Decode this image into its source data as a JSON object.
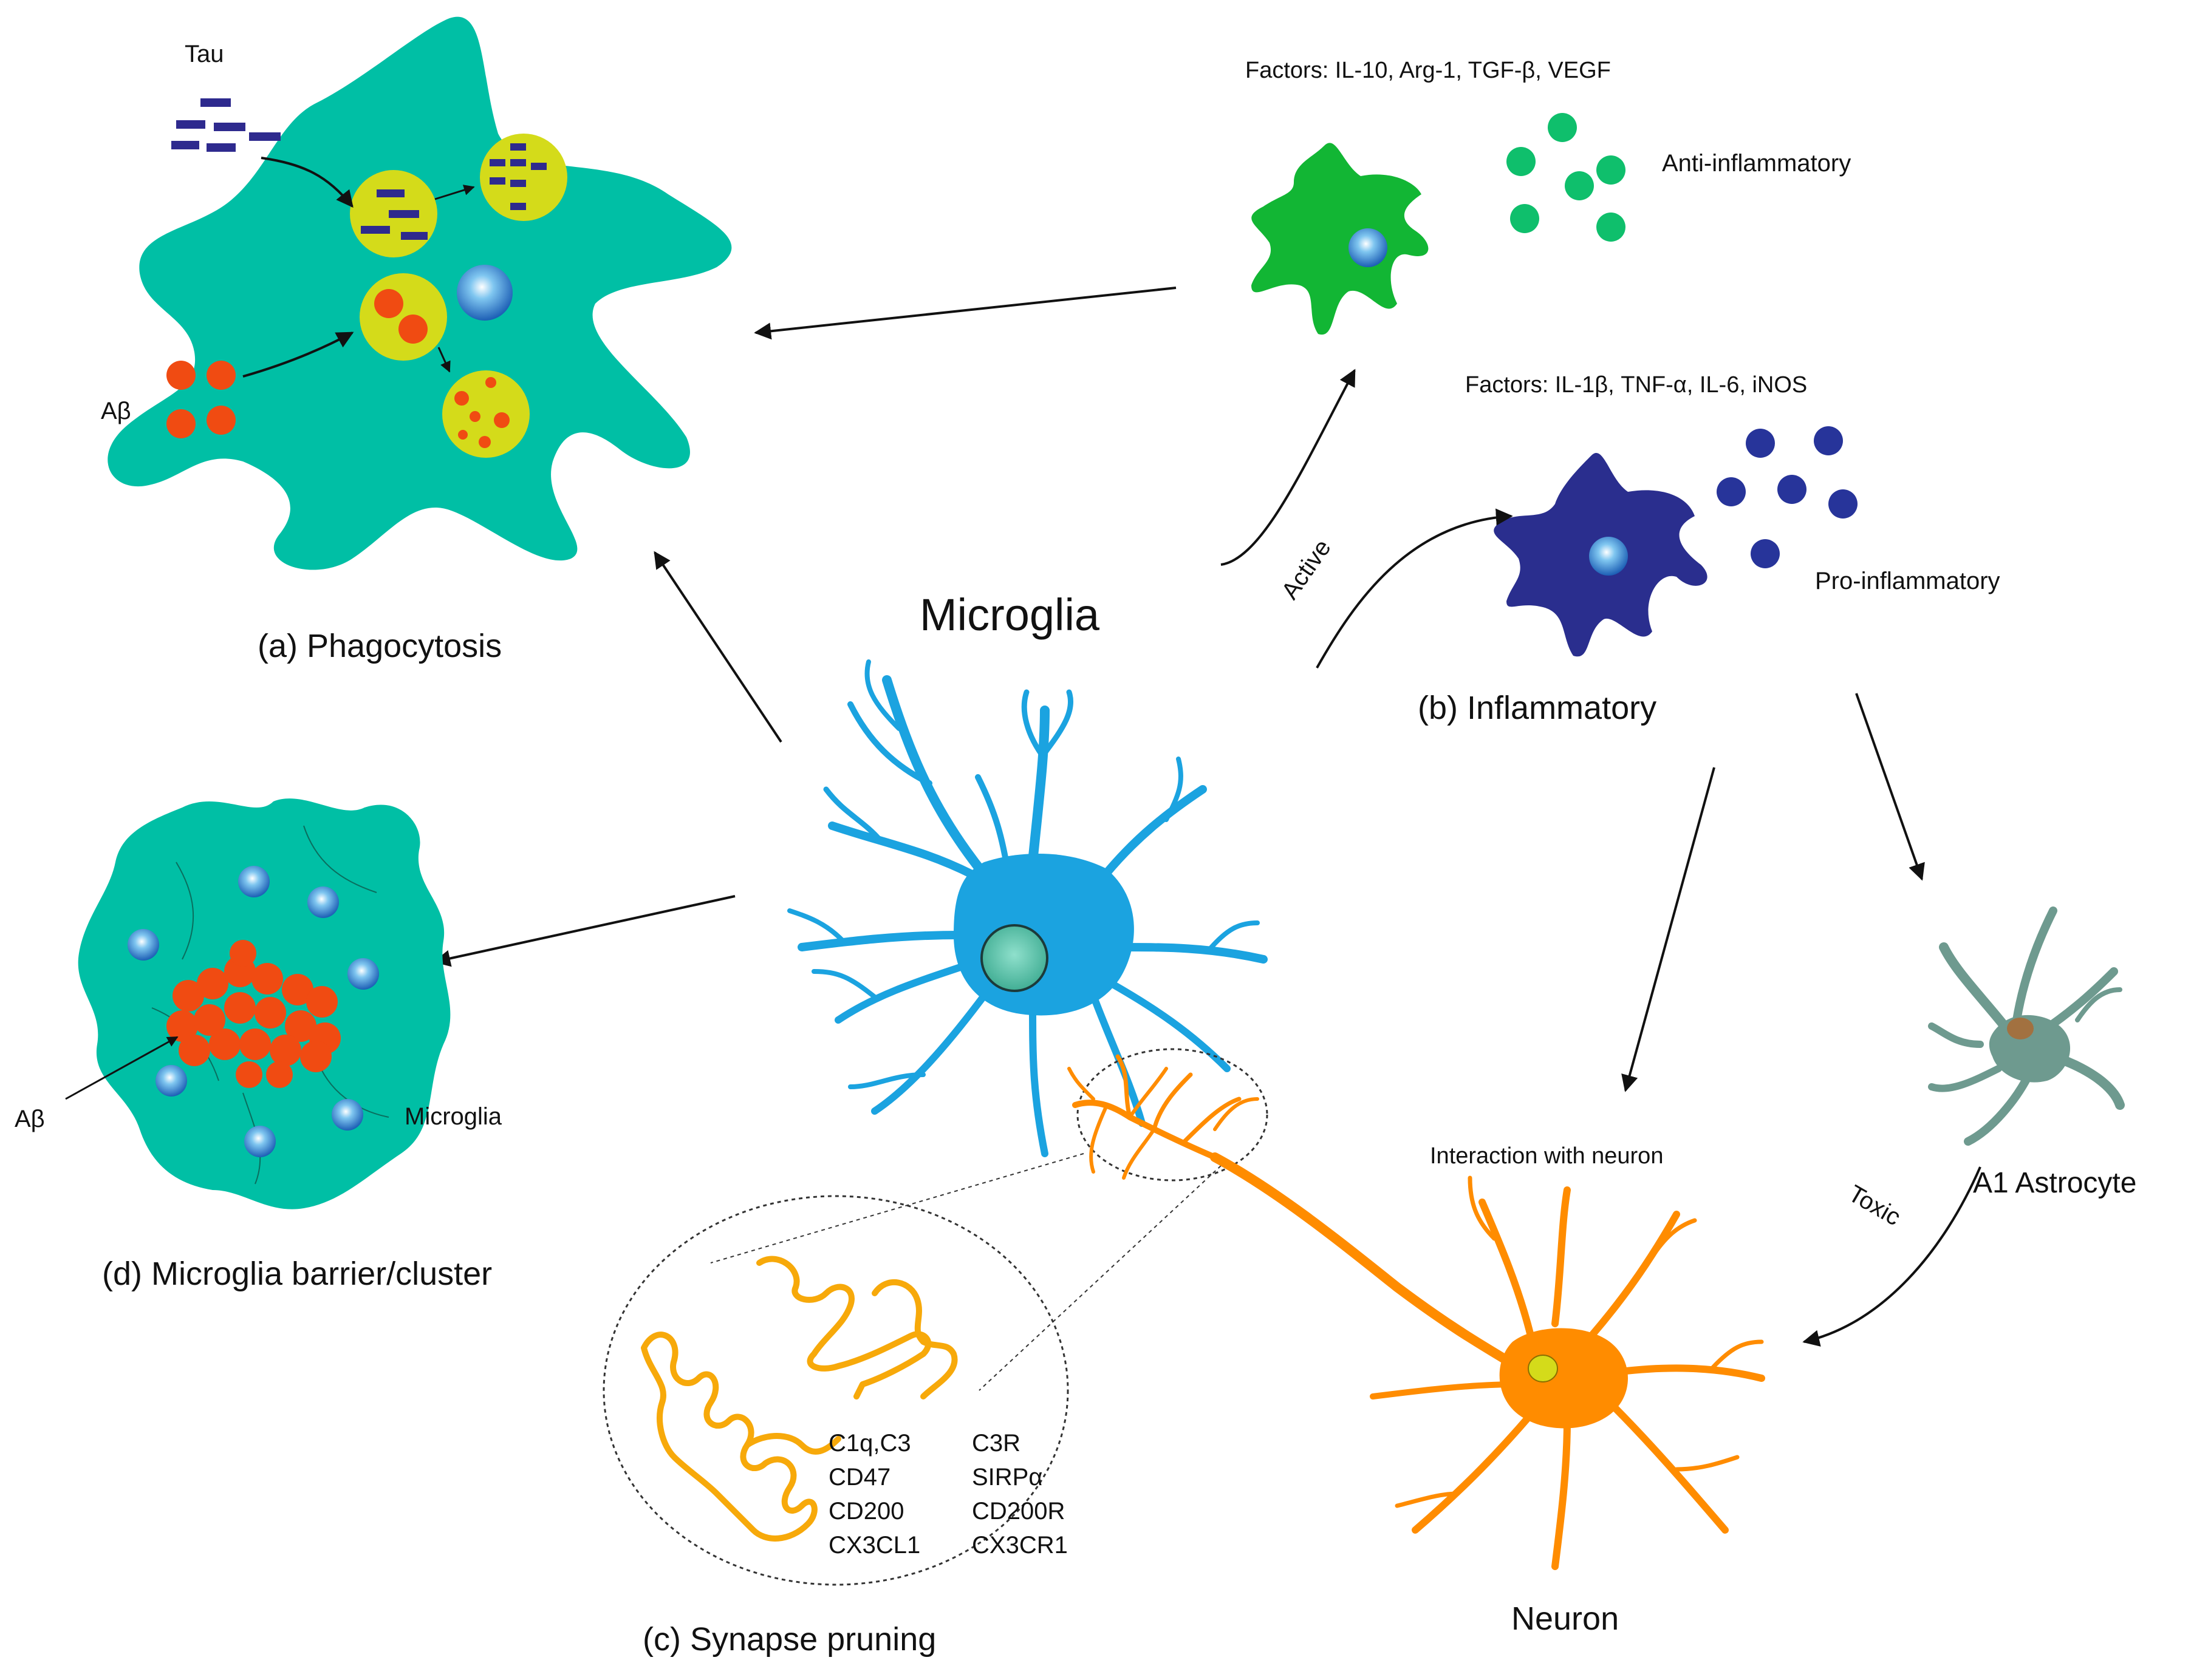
{
  "title": "Microglia",
  "colors": {
    "phagocyte": "#00BFA5",
    "anti_cell": "#12B634",
    "anti_dot": "#0FBF6C",
    "pro_cell": "#2A2E8E",
    "pro_dot": "#27349A",
    "microglia_resting": "#1BA3E0",
    "neuron": "#FF8C00",
    "synapse": "#F7A90A",
    "amyloid": "#F04B12",
    "tau": "#2E2A8E",
    "vesicle": "#D4DB1A",
    "astrocyte": "#6E9A8F",
    "astro_nucleus": "#A27140"
  },
  "phagocytosis": {
    "caption": "(a) Phagocytosis",
    "tau_label": "Tau",
    "abeta_label": "Aβ"
  },
  "inflammatory": {
    "caption": "(b) Inflammatory",
    "anti_factors": "Factors: IL-10, Arg-1, TGF-β, VEGF",
    "anti_label": "Anti-inflammatory",
    "pro_factors": "Factors: IL-1β, TNF-α, IL-6, iNOS",
    "pro_label": "Pro-inflammatory",
    "active_label": "Active"
  },
  "synapse_pruning": {
    "caption": "(c) Synapse pruning",
    "markers_left": [
      "C1q,C3",
      "CD47",
      "CD200",
      "CX3CL1"
    ],
    "markers_right": [
      "C3R",
      "SIRPα",
      "CD200R",
      "CX3CR1"
    ]
  },
  "barrier": {
    "caption": "(d) Microglia barrier/cluster",
    "abeta_label": "Aβ",
    "microglia_label": "Microglia"
  },
  "neuron": {
    "interaction_label": "Interaction with neuron",
    "neuron_label": "Neuron"
  },
  "astrocyte": {
    "label": "A1 Astrocyte",
    "toxic_label": "Toxic"
  }
}
